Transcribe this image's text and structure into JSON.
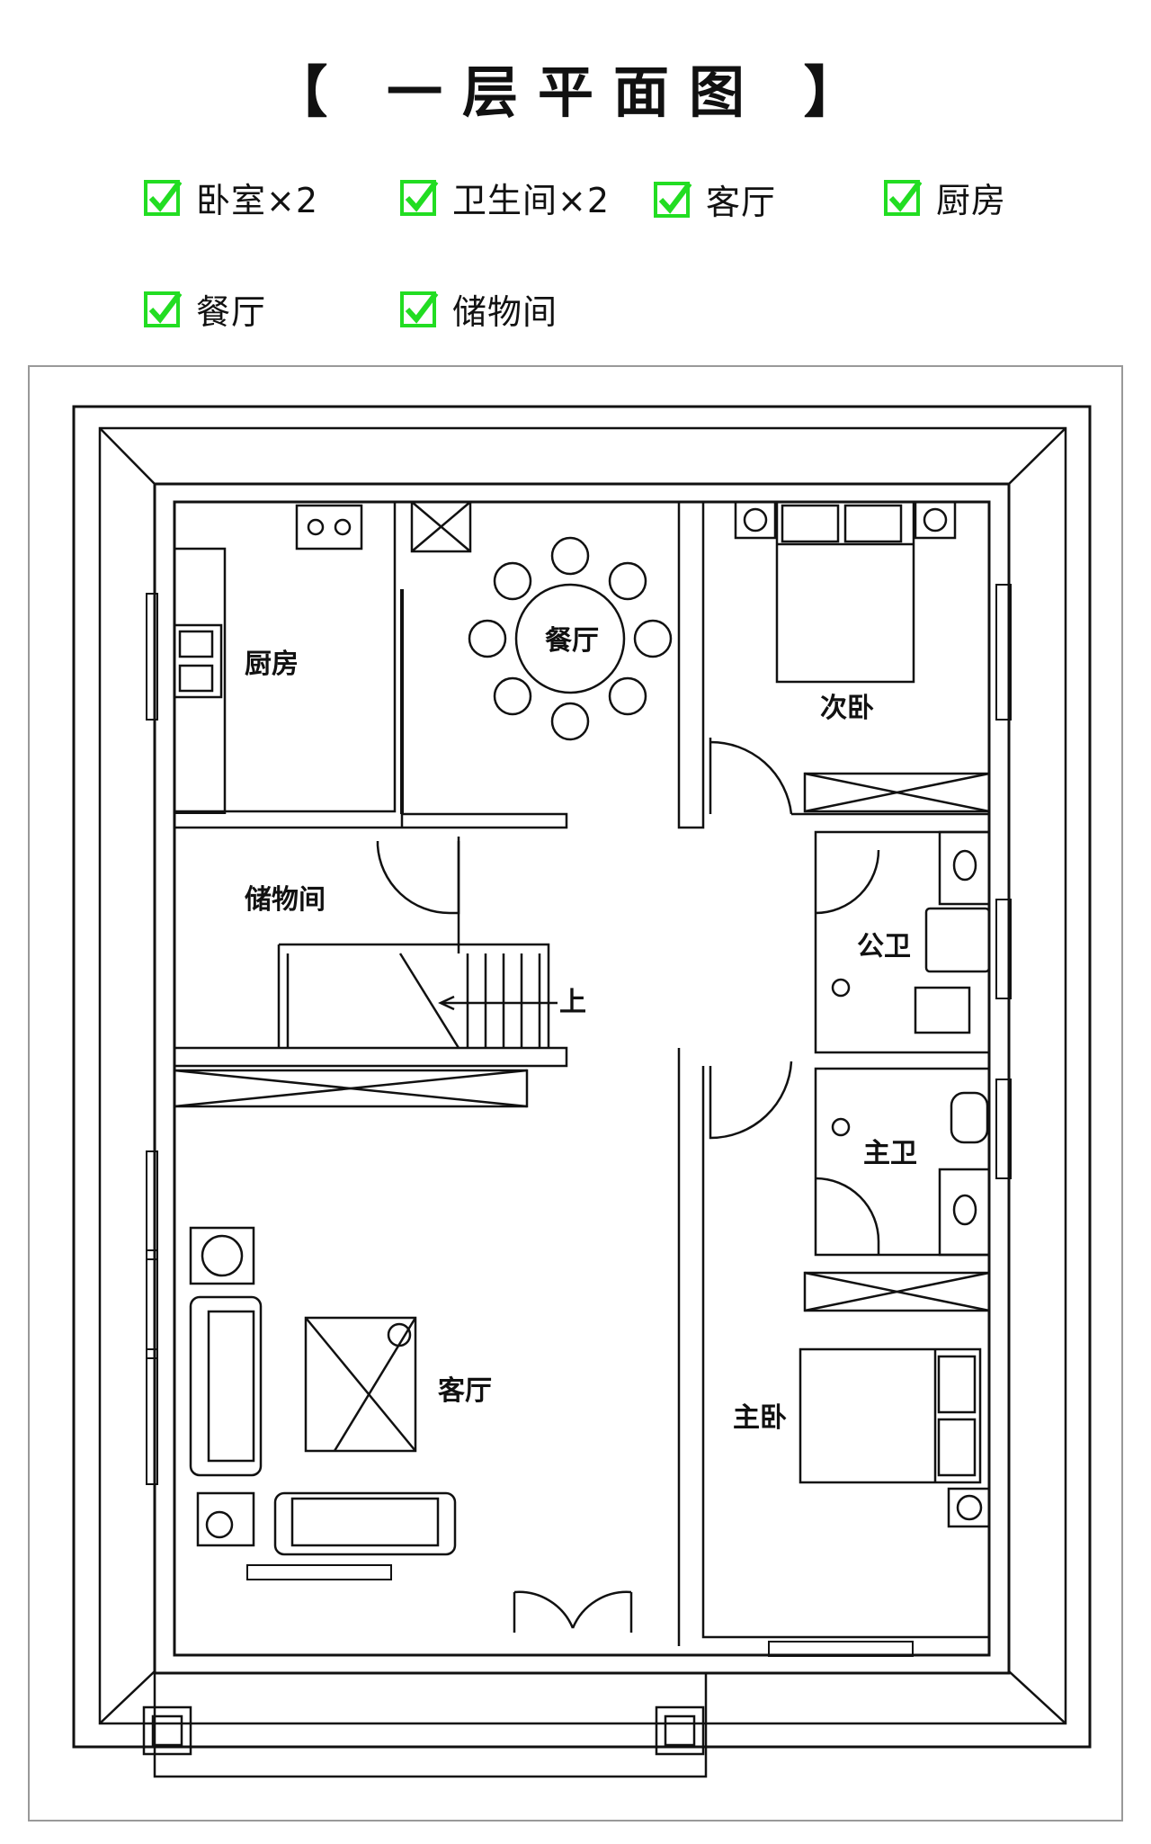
{
  "title": "【 一层平面图 】",
  "features": [
    {
      "label": "卧室×2"
    },
    {
      "label": "卫生间×2"
    },
    {
      "label": "客厅"
    },
    {
      "label": "厨房"
    },
    {
      "label": "餐厅"
    },
    {
      "label": "储物间"
    }
  ],
  "rooms": {
    "kitchen": "厨房",
    "dining": "餐厅",
    "second_bedroom": "次卧",
    "storage": "储物间",
    "stair_up": "上",
    "public_bath": "公卫",
    "master_bath": "主卫",
    "living": "客厅",
    "master_bedroom": "主卧"
  },
  "colors": {
    "check_green": "#22dd22",
    "line": "#111111"
  },
  "icons": [
    "check-icon"
  ]
}
